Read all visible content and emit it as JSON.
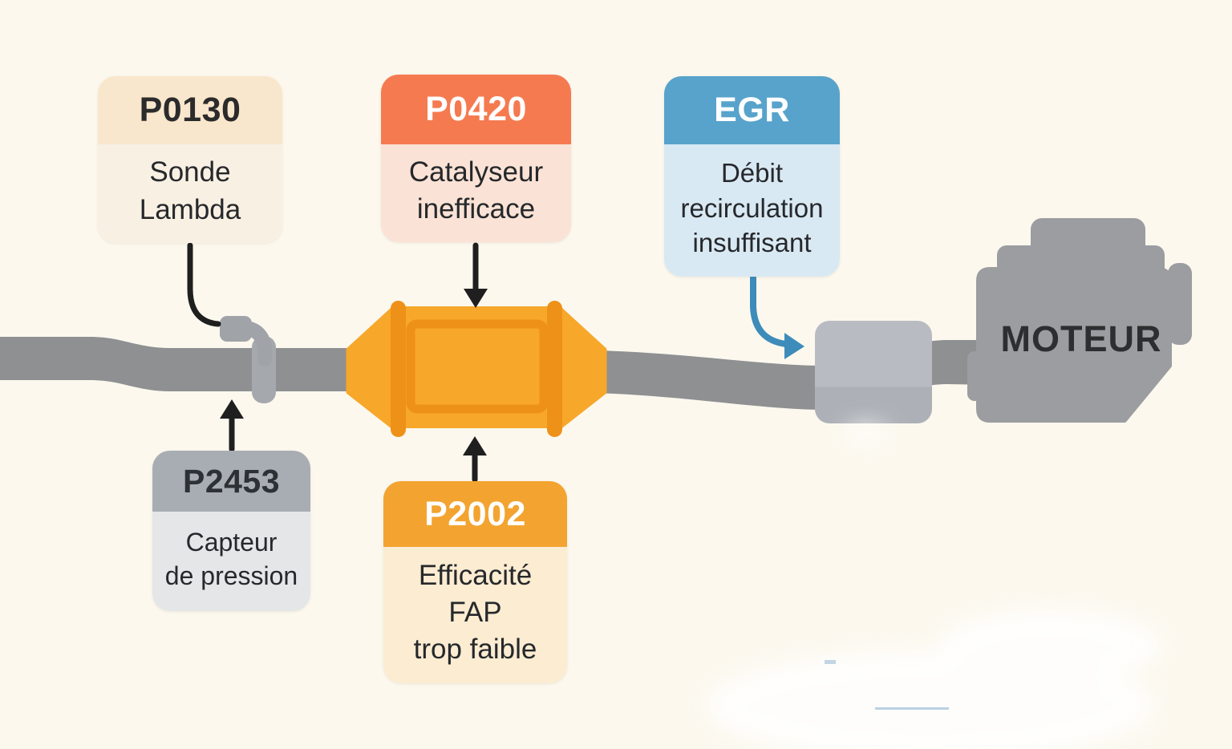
{
  "background_color": "#fcf8ee",
  "cards": [
    {
      "code": "P0130",
      "desc": "Sonde\nLambda",
      "header_bg": "#f9e7cd",
      "body_bg": "#f8f0e3",
      "code_color": "#2b2b2b"
    },
    {
      "code": "P0420",
      "desc": "Catalyseur\ninefficace",
      "header_bg": "#f57a50",
      "body_bg": "#fae3d6",
      "code_color": "#ffffff"
    },
    {
      "code": "EGR",
      "desc": "Débit\nrecirculation\ninsuffisant",
      "header_bg": "#58a3cb",
      "body_bg": "#d9e9f3",
      "code_color": "#ffffff"
    },
    {
      "code": "P2453",
      "desc": "Capteur\nde pression",
      "header_bg": "#a8adb3",
      "body_bg": "#e4e6e8",
      "code_color": "#2d3135"
    },
    {
      "code": "P2002",
      "desc": "Efficacité\nFAP\ntrop faible",
      "header_bg": "#f3a430",
      "body_bg": "#fbecd2",
      "code_color": "#ffffff"
    }
  ],
  "engine": {
    "label": "MOTEUR",
    "color": "#9b9da0",
    "label_color": "#2c2e30"
  },
  "diagram": {
    "pipe_color": "#8e9092",
    "catalytic_converter_color": "#f7a72a",
    "catalytic_converter_accent": "#ee9118",
    "egr_valve_color_top": "#b8bcc2",
    "egr_valve_color_bottom": "#adb1b7",
    "lambda_sensor_color": "#a0a3a7",
    "arrow_color": "#1f1f1f",
    "egr_arrow_color": "#3d8cba"
  }
}
